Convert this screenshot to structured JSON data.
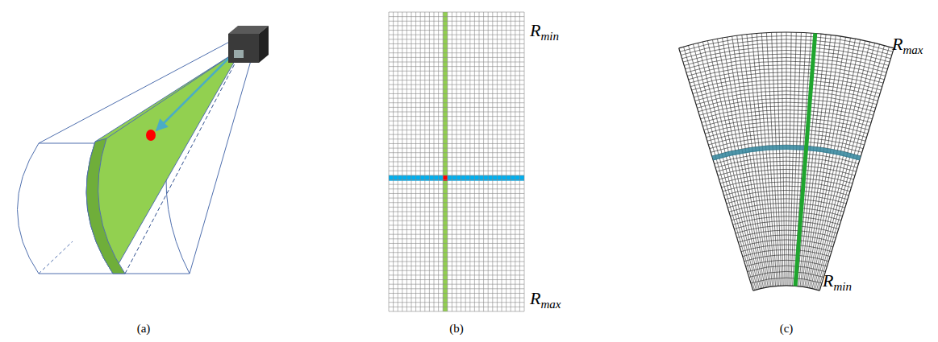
{
  "diagram": {
    "labels": [
      "R",
      "min",
      "R",
      "max",
      "R",
      "max",
      "R",
      "min",
      "(a)",
      "(b)",
      "(c)"
    ]
  }
}
